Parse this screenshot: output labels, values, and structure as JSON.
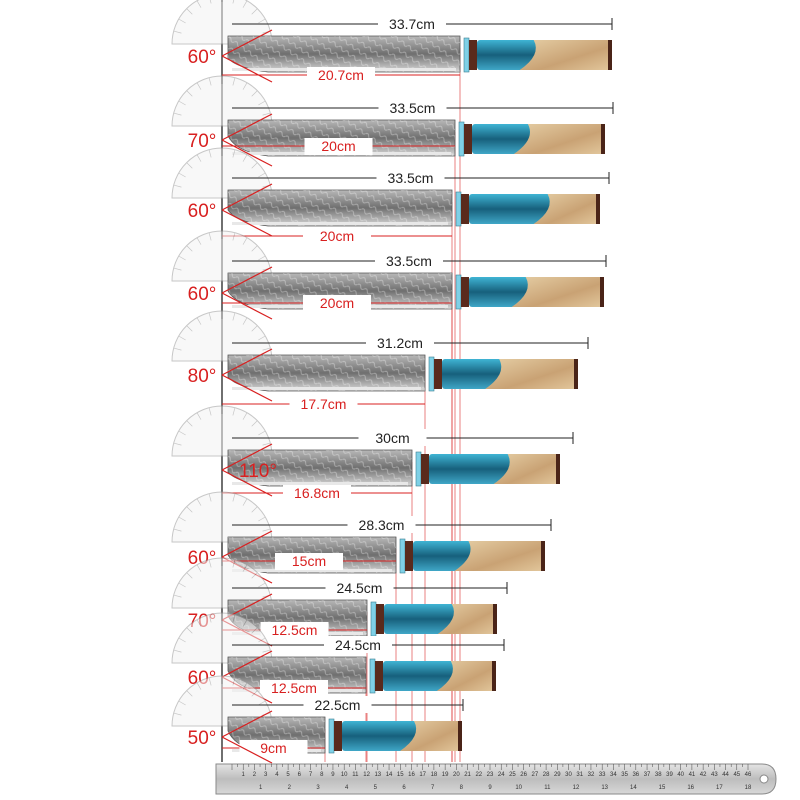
{
  "knives": [
    {
      "total_length": "33.7cm",
      "blade_length": "20.7cm",
      "angle": "60°",
      "wood_style": "wood-heavy"
    },
    {
      "total_length": "33.5cm",
      "blade_length": "20cm",
      "angle": "70°",
      "wood_style": "wood-heavy"
    },
    {
      "total_length": "33.5cm",
      "blade_length": "20cm",
      "angle": "60°",
      "wood_style": "resin-heavy"
    },
    {
      "total_length": "33.5cm",
      "blade_length": "20cm",
      "angle": "60°",
      "wood_style": "wood-heavy"
    },
    {
      "total_length": "31.2cm",
      "blade_length": "17.7cm",
      "angle": "80°",
      "wood_style": "wood-heavy"
    },
    {
      "total_length": "30cm",
      "blade_length": "16.8cm",
      "angle": "110°",
      "wood_style": "resin-heavy"
    },
    {
      "total_length": "28.3cm",
      "blade_length": "15cm",
      "angle": "60°",
      "wood_style": "wood-heavy"
    },
    {
      "total_length": "24.5cm",
      "blade_length": "12.5cm",
      "angle": "70°",
      "wood_style": "resin-heavy"
    },
    {
      "total_length": "24.5cm",
      "blade_length": "12.5cm",
      "angle": "60°",
      "wood_style": "resin-heavy"
    },
    {
      "total_length": "22.5cm",
      "blade_length": "9cm",
      "angle": "50°",
      "wood_style": "resin-heavy"
    }
  ],
  "ruler": {
    "ticks_top": [
      "1",
      "2",
      "3",
      "4",
      "5",
      "6",
      "7",
      "8",
      "9",
      "10",
      "11",
      "12",
      "13",
      "14",
      "15",
      "16",
      "17",
      "18",
      "19",
      "20",
      "21",
      "22",
      "23",
      "24",
      "25",
      "26",
      "27",
      "28",
      "29",
      "30",
      "31",
      "32",
      "33",
      "34",
      "35",
      "36",
      "37",
      "38",
      "39",
      "40",
      "41",
      "42",
      "43",
      "44",
      "45",
      "46"
    ],
    "ticks_bottom": [
      "1",
      "2",
      "3",
      "4",
      "5",
      "6",
      "7",
      "8",
      "9",
      "10",
      "11",
      "12",
      "13",
      "14",
      "15",
      "16",
      "17",
      "18"
    ]
  },
  "colors": {
    "resin": "#2b8fb0",
    "wood": "#d8b98e",
    "steel": "#8c8c8c",
    "measure_red": "#d82020"
  }
}
